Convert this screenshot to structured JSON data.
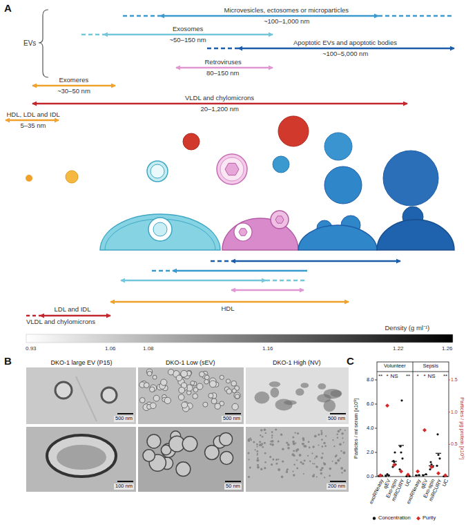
{
  "diagram": {
    "labels": [
      "A",
      "EVs",
      "Microvesicles, ectosomes or microparticles",
      "~100–1,000 nm",
      "Exosomes",
      "~50–150 nm",
      "Apoptotic EVs and apoptotic bodies",
      "~100–5,000 nm",
      "Retroviruses",
      "80–150 nm",
      "Exomeres",
      "~30–50 nm",
      "VLDL and chylomicrons",
      "20–1,200 nm",
      "HDL, LDL and IDL",
      "5–35 nm",
      "HDL",
      "LDL and IDL",
      "VLDL and chylomicrons",
      "Density (g ml⁻¹)",
      "0.93",
      "1.06",
      "1.08",
      "1.16",
      "1.22",
      "1.26",
      "B",
      "DKO-1 large EV (P15)",
      "DKO-1 Low (sEV)",
      "DKO-1 High (NV)",
      "500 nm",
      "500 nm",
      "500 nm",
      "100 nm",
      "50 nm",
      "200 nm",
      "C",
      "Volunteer",
      "Sepsis",
      "Particles / ml serum [x10⁹]",
      "Particles / μg protein [x10⁹]",
      "8.0",
      "6.0",
      "4.0",
      "2.0",
      "0.0",
      "1.5",
      "1.0",
      "0.5",
      "**",
      "*",
      "NS",
      "**",
      "*",
      "*",
      "NS",
      "**",
      "exoRNeasy",
      "qEV",
      "Exo-spin",
      "miRCURY",
      "UC",
      "exoRNeasy",
      "qEV",
      "Exo-spin",
      "miRCURY",
      "UC"
    ],
    "legend": [
      {
        "text": "Concentration"
      },
      {
        "text": "Purity"
      }
    ]
  }
}
